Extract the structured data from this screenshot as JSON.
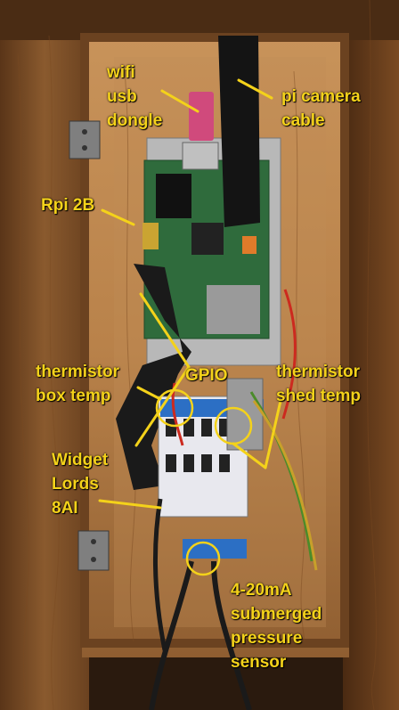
{
  "photo": {
    "labels": {
      "wifi_line1": "wifi",
      "wifi_line2": "usb",
      "wifi_line3": "dongle",
      "camera_line1": "pi camera",
      "camera_line2": "cable",
      "rpi": "Rpi 2B",
      "gpio": "GPIO",
      "therm_box_line1": "thermistor",
      "therm_box_line2": "box temp",
      "therm_shed_line1": "thermistor",
      "therm_shed_line2": "shed temp",
      "widget_line1": "Widget",
      "widget_line2": "Lords",
      "widget_line3": "8AI",
      "sensor_line1": "4-20mA",
      "sensor_line2": "submerged",
      "sensor_line3": "pressure",
      "sensor_line4": "sensor"
    },
    "colors": {
      "label": "#f4d21a",
      "wood": "#8a5a2e",
      "board_green": "#2f6b3c",
      "board_blue": "#2c6fc4"
    }
  }
}
